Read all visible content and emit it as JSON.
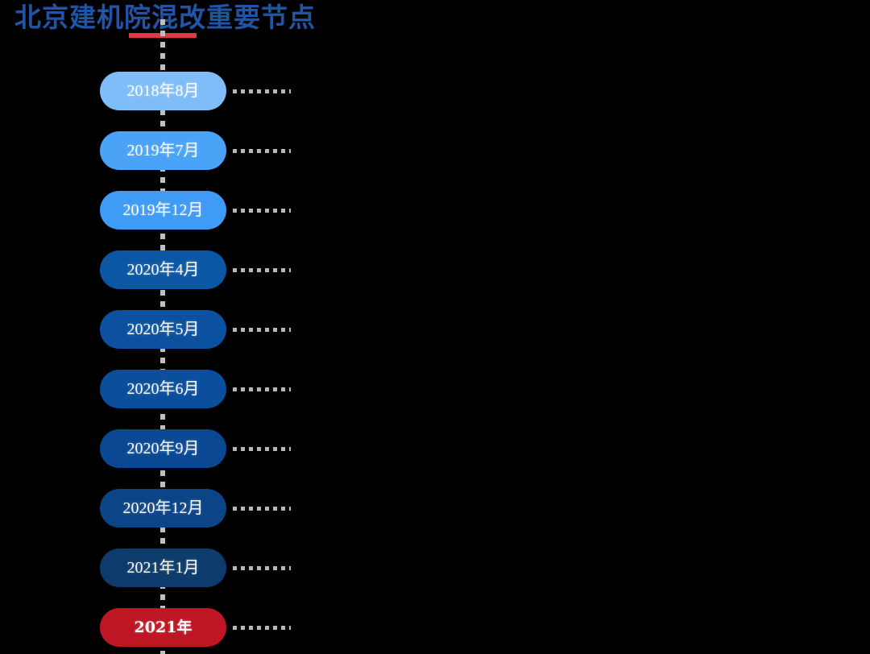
{
  "page": {
    "background_color": "#000000"
  },
  "header": {
    "title": "北京建机院混改重要节点",
    "title_color": "#2154A6",
    "underline_color": "#E03A48"
  },
  "timeline": {
    "orientation": "vertical",
    "spine_color": "#BFBFBF",
    "connector_color": "#B8B8B8",
    "nodes": [
      {
        "label": "2018年8月",
        "color": "#7FBDF9",
        "text_color": "#FFFFFF",
        "emphasis": false
      },
      {
        "label": "2019年7月",
        "color": "#4BA3F7",
        "text_color": "#FFFFFF",
        "emphasis": false
      },
      {
        "label": "2019年12月",
        "color": "#3F9BF5",
        "text_color": "#FFFFFF",
        "emphasis": false
      },
      {
        "label": "2020年4月",
        "color": "#0B57A4",
        "text_color": "#FFFFFF",
        "emphasis": false
      },
      {
        "label": "2020年5月",
        "color": "#0B51A0",
        "text_color": "#FFFFFF",
        "emphasis": false
      },
      {
        "label": "2020年6月",
        "color": "#0A4E9C",
        "text_color": "#FFFFFF",
        "emphasis": false
      },
      {
        "label": "2020年9月",
        "color": "#0A4894",
        "text_color": "#FFFFFF",
        "emphasis": false
      },
      {
        "label": "2020年12月",
        "color": "#0B4487",
        "text_color": "#FFFFFF",
        "emphasis": false
      },
      {
        "label": "2021年1月",
        "color": "#0D3B6B",
        "text_color": "#FFFFFF",
        "emphasis": false
      },
      {
        "label": "2021年",
        "color": "#BE1622",
        "text_color": "#FFFFFF",
        "emphasis": true
      }
    ]
  }
}
